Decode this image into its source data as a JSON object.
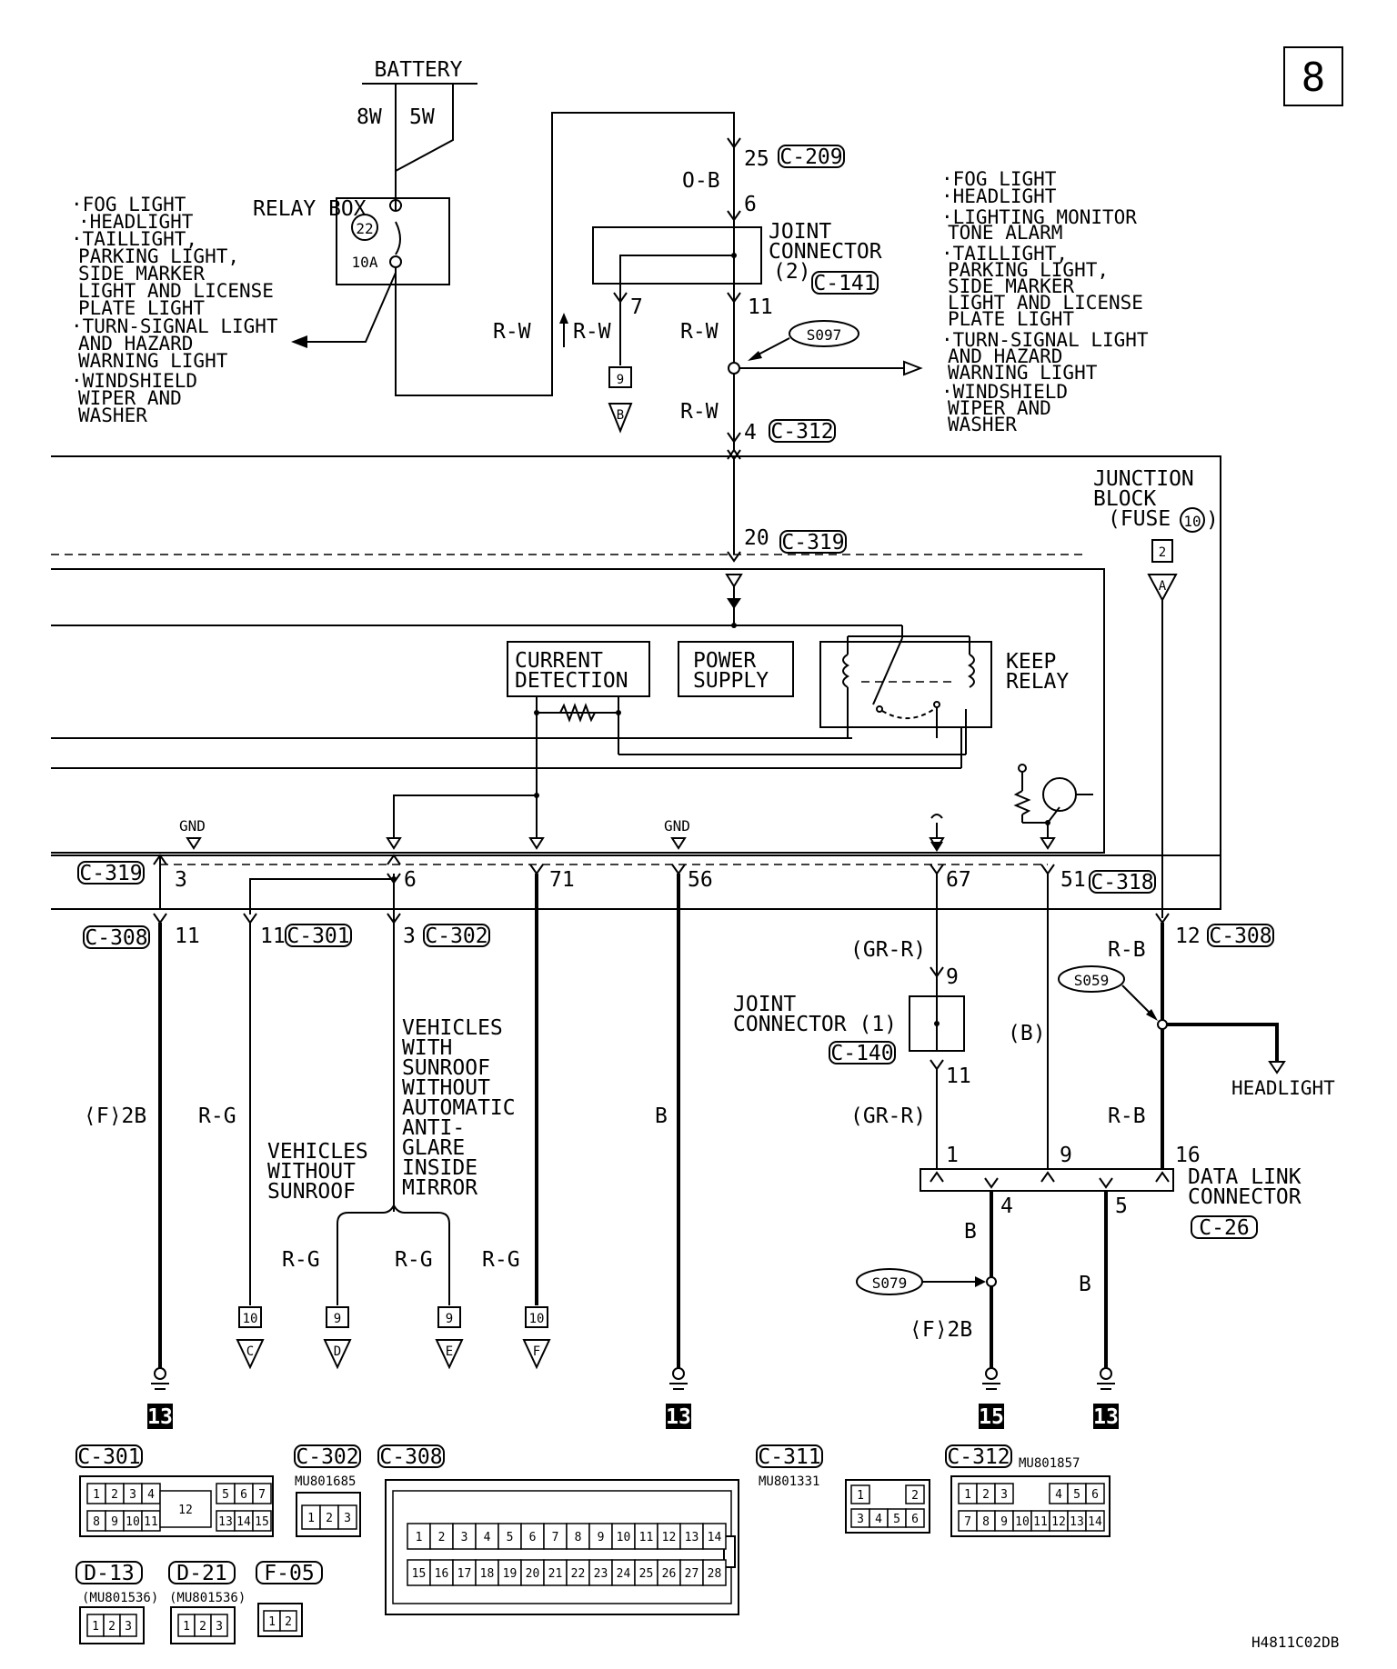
{
  "page_number": "8",
  "battery": {
    "label": "BATTERY",
    "wire_left": "8W",
    "wire_right": "5W"
  },
  "relay_box": {
    "label": "RELAY BOX",
    "fuse_number": "22",
    "fuse_rating": "10A"
  },
  "left_loads": {
    "group1": [
      "·FOG LIGHT",
      "·HEADLIGHT",
      "·TAILLIGHT,",
      "PARKING LIGHT,",
      "SIDE MARKER",
      "LIGHT AND LICENSE",
      "PLATE LIGHT"
    ],
    "group2": [
      "·TURN-SIGNAL LIGHT",
      "AND HAZARD",
      "WARNING LIGHT"
    ],
    "group3": [
      "·WINDSHIELD",
      "WIPER AND",
      "WASHER"
    ]
  },
  "right_loads": {
    "group1": [
      "·FOG LIGHT",
      "·HEADLIGHT",
      "·LIGHTING MONITOR",
      "TONE ALARM"
    ],
    "group2": [
      "·TAILLIGHT,",
      "PARKING LIGHT,",
      "SIDE MARKER",
      "LIGHT AND LICENSE",
      "PLATE LIGHT"
    ],
    "group3": [
      "·TURN-SIGNAL LIGHT",
      "AND HAZARD",
      "WARNING LIGHT"
    ],
    "group4": [
      "·WINDSHIELD",
      "WIPER AND",
      "WASHER"
    ]
  },
  "top_wiring": {
    "pin_c209": "25",
    "conn_c209": "C-209",
    "wire_ob": "O-B",
    "pin_6": "6",
    "joint_connector": [
      "JOINT",
      "CONNECTOR",
      "(2)"
    ],
    "conn_c141": "C-141",
    "pin_7": "7",
    "pin_11": "11",
    "wire_rw": "R-W",
    "splice_s097": "S097",
    "badge_9": "9",
    "arrow_b": "B",
    "pin_4": "4",
    "conn_c312": "C-312"
  },
  "junction_block": {
    "lines": [
      "JUNCTION",
      "BLOCK",
      "(FUSE"
    ],
    "fuse_num": "10",
    "badge": "2",
    "arrow": "A"
  },
  "etacs": {
    "pin_20": "20",
    "conn_c319": "C-319",
    "current_detection": [
      "CURRENT",
      "DETECTION"
    ],
    "power_supply": [
      "POWER",
      "SUPPLY"
    ],
    "keep_relay": [
      "KEEP",
      "RELAY"
    ],
    "gnd": "GND"
  },
  "connector_row": {
    "c319": "C-319",
    "p3": "3",
    "p6": "6",
    "p71": "71",
    "p56": "56",
    "p67": "67",
    "p51": "51",
    "c318": "C-318",
    "c308": "C-308",
    "p11": "11",
    "p11b": "11",
    "c301": "C-301",
    "p3b": "3",
    "c302": "C-302",
    "p12": "12",
    "c308b": "C-308"
  },
  "lower": {
    "f2b": "⟨F⟩2B",
    "rg": "R-G",
    "b": "B",
    "grr": "(GR-R)",
    "pb": "(B)",
    "rb": "R-B",
    "pin9": "9",
    "pin11": "11",
    "joint1": [
      "JOINT",
      "CONNECTOR (1)"
    ],
    "c140": "C-140",
    "s059": "S059",
    "headlight": "HEADLIGHT",
    "sunroof_note": [
      "VEHICLES",
      "WITH",
      "SUNROOF",
      "WITHOUT",
      "AUTOMATIC",
      "ANTI-",
      "GLARE",
      "INSIDE",
      "MIRROR"
    ],
    "no_sunroof": [
      "VEHICLES",
      "WITHOUT",
      "SUNROOF"
    ],
    "dlc_pin1": "1",
    "dlc_pin9": "9",
    "dlc_pin16": "16",
    "dlc_pin4": "4",
    "dlc_pin5": "5",
    "dlc_label": [
      "DATA LINK",
      "CONNECTOR"
    ],
    "c26": "C-26",
    "s079": "S079",
    "badge_10": "10",
    "badge_9": "9",
    "arrow_c": "C",
    "arrow_d": "D",
    "arrow_e": "E",
    "arrow_f": "F",
    "ground_13": "13",
    "ground_15": "15"
  },
  "connector_views": {
    "c301": "C-301",
    "c302": "C-302",
    "c302_part": "MU801685",
    "c308": "C-308",
    "c311": "C-311",
    "c311_part": "MU801331",
    "c312": "C-312",
    "c312_part": "MU801857",
    "d13": "D-13",
    "d13_part": "(MU801536)",
    "d21": "D-21",
    "d21_part": "(MU801536)",
    "f05": "F-05"
  },
  "drawing_code": "H4811C02DB"
}
